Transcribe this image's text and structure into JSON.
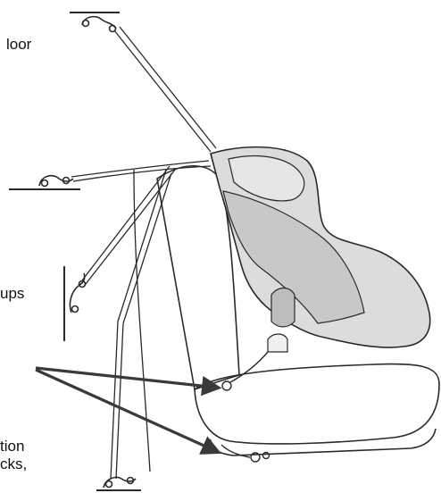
{
  "labels": {
    "floor": "loor",
    "ups": "ups",
    "tion": "tion",
    "cks": "cks,"
  },
  "colors": {
    "ink": "#2a2a2a",
    "seat_shell": "#dcdcdc",
    "seat_shell_dark": "#c8c8c8",
    "pointer": "#3a3a3a",
    "background": "#ffffff"
  }
}
